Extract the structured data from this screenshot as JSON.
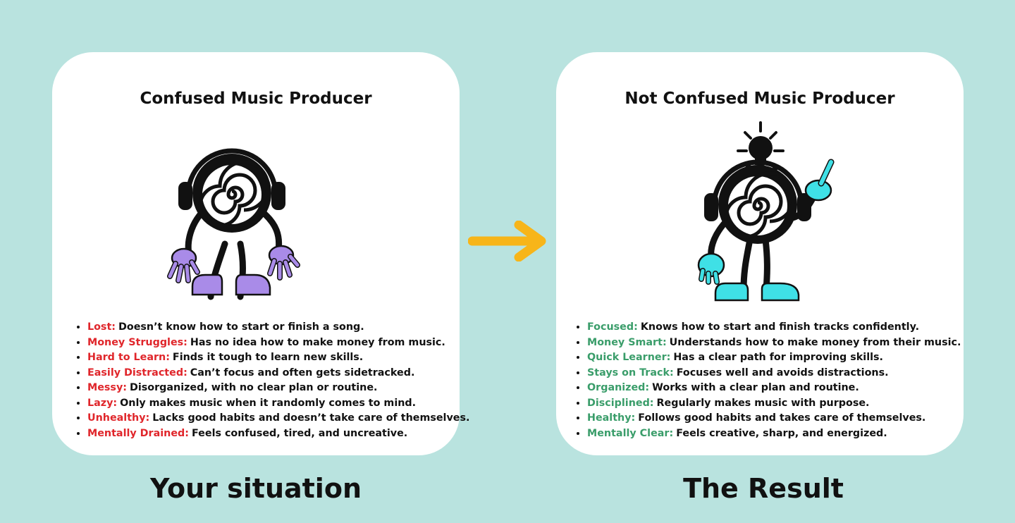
{
  "colors": {
    "background": "#b9e3df",
    "card": "#ffffff",
    "problem_term": "#e0262b",
    "solution_term": "#3a9d6a",
    "arrow": "#f7b519",
    "left_gloves": "#a98be8",
    "right_gloves": "#3fe0e6"
  },
  "left": {
    "title": "Confused Music Producer",
    "items": [
      {
        "term": "Lost:",
        "text": "Doesn’t know how to start or finish a song."
      },
      {
        "term": "Money Struggles:",
        "text": "Has no idea how to make money from music."
      },
      {
        "term": "Hard to Learn:",
        "text": "Finds it tough to learn new skills."
      },
      {
        "term": "Easily Distracted:",
        "text": "Can’t focus and often gets sidetracked."
      },
      {
        "term": "Messy:",
        "text": "Disorganized, with no clear plan or routine."
      },
      {
        "term": "Lazy:",
        "text": "Only makes music when it randomly comes to mind."
      },
      {
        "term": "Unhealthy:",
        "text": "Lacks good habits and doesn’t take care of themselves."
      },
      {
        "term": "Mentally Drained:",
        "text": "Feels confused, tired, and uncreative."
      }
    ],
    "caption": "Your situation"
  },
  "right": {
    "title": "Not Confused Music Producer",
    "items": [
      {
        "term": "Focused:",
        "text": "Knows how to start and finish tracks confidently."
      },
      {
        "term": "Money Smart:",
        "text": "Understands how to make money from their music."
      },
      {
        "term": "Quick Learner:",
        "text": "Has a clear path for improving skills."
      },
      {
        "term": "Stays on Track:",
        "text": "Focuses well and avoids distractions."
      },
      {
        "term": "Organized:",
        "text": "Works with a clear plan and routine."
      },
      {
        "term": "Disciplined:",
        "text": "Regularly makes music with purpose."
      },
      {
        "term": "Healthy:",
        "text": "Follows good habits and takes care of themselves."
      },
      {
        "term": "Mentally Clear:",
        "text": "Feels creative, sharp, and energized."
      }
    ],
    "caption": "The Result"
  },
  "icons": {
    "arrow": "arrow-right-icon",
    "left_character": "confused-producer-mascot",
    "right_character": "idea-producer-mascot",
    "lightbulb": "lightbulb-icon"
  }
}
